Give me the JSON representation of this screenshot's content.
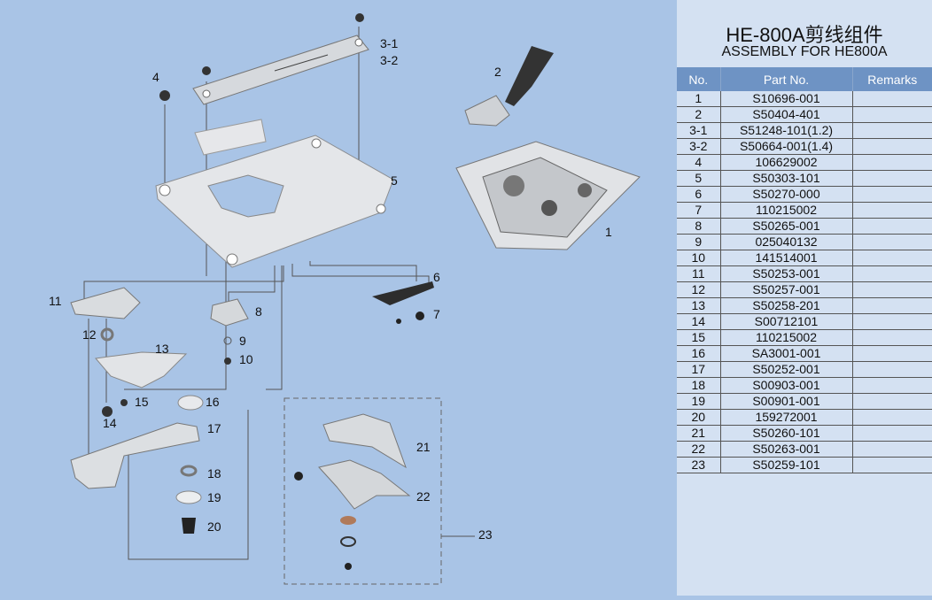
{
  "title": "HE-800A剪线组件",
  "subtitle": "ASSEMBLY FOR HE800A",
  "table": {
    "headers": [
      "No.",
      "Part No.",
      "Remarks"
    ],
    "rows": [
      {
        "no": "1",
        "part": "S10696-001",
        "remarks": ""
      },
      {
        "no": "2",
        "part": "S50404-401",
        "remarks": ""
      },
      {
        "no": "3-1",
        "part": "S51248-101(1.2)",
        "remarks": ""
      },
      {
        "no": "3-2",
        "part": "S50664-001(1.4)",
        "remarks": ""
      },
      {
        "no": "4",
        "part": "106629002",
        "remarks": ""
      },
      {
        "no": "5",
        "part": "S50303-101",
        "remarks": ""
      },
      {
        "no": "6",
        "part": "S50270-000",
        "remarks": ""
      },
      {
        "no": "7",
        "part": "110215002",
        "remarks": ""
      },
      {
        "no": "8",
        "part": "S50265-001",
        "remarks": ""
      },
      {
        "no": "9",
        "part": "025040132",
        "remarks": ""
      },
      {
        "no": "10",
        "part": "141514001",
        "remarks": ""
      },
      {
        "no": "11",
        "part": "S50253-001",
        "remarks": ""
      },
      {
        "no": "12",
        "part": "S50257-001",
        "remarks": ""
      },
      {
        "no": "13",
        "part": "S50258-201",
        "remarks": ""
      },
      {
        "no": "14",
        "part": "S00712101",
        "remarks": ""
      },
      {
        "no": "15",
        "part": "110215002",
        "remarks": ""
      },
      {
        "no": "16",
        "part": "SA3001-001",
        "remarks": ""
      },
      {
        "no": "17",
        "part": "S50252-001",
        "remarks": ""
      },
      {
        "no": "18",
        "part": "S00903-001",
        "remarks": ""
      },
      {
        "no": "19",
        "part": "S00901-001",
        "remarks": ""
      },
      {
        "no": "20",
        "part": "159272001",
        "remarks": ""
      },
      {
        "no": "21",
        "part": "S50260-101",
        "remarks": ""
      },
      {
        "no": "22",
        "part": "S50263-001",
        "remarks": ""
      },
      {
        "no": "23",
        "part": "S50259-101",
        "remarks": ""
      }
    ]
  },
  "callouts": [
    "1",
    "2",
    "3-1",
    "3-2",
    "4",
    "5",
    "6",
    "7",
    "8",
    "9",
    "10",
    "11",
    "12",
    "13",
    "14",
    "15",
    "16",
    "17",
    "18",
    "19",
    "20",
    "21",
    "22",
    "23"
  ]
}
